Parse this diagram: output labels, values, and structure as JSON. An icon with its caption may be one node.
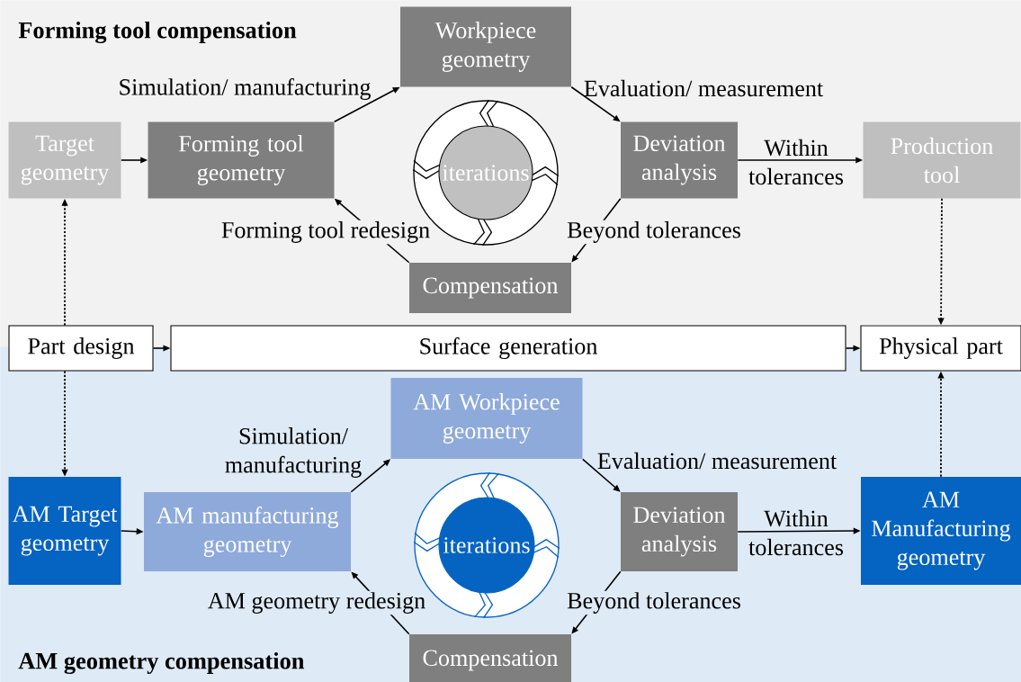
{
  "diagram": {
    "nodes": [
      {
        "text": [
          "Forming tool compensation"
        ]
      },
      {
        "text": [
          "Target geometry"
        ],
        "in": 0
      },
      {
        "text": [
          "Forming tool geometry"
        ],
        "in": 0
      },
      {
        "text": [
          "Workpiece geometry"
        ],
        "in": 0
      },
      {
        "text": [
          "iterations"
        ],
        "in": 0
      },
      {
        "text": [
          "Deviation analysis"
        ],
        "in": 0
      },
      {
        "text": [
          "Production tool"
        ],
        "in": 0
      },
      {
        "text": [
          "Compensation"
        ],
        "in": 0
      },
      {
        "text": [
          "Part design"
        ]
      },
      {
        "text": [
          "Surface generation"
        ]
      },
      {
        "text": [
          "Physical part"
        ]
      },
      {
        "text": [
          "AM geometry compensation"
        ]
      },
      {
        "text": [
          "AM Target geometry"
        ],
        "in": 11
      },
      {
        "text": [
          "AM Workpiece geometry"
        ],
        "in": 11
      },
      {
        "text": [
          "AM manufacturing geometry"
        ],
        "in": 11
      },
      {
        "text": [
          "iterations"
        ],
        "in": 11
      },
      {
        "text": [
          "Deviation analysis"
        ],
        "in": 11
      },
      {
        "text": [
          "AM Manufacturing geometry"
        ],
        "in": 11
      },
      {
        "text": [
          "Compensation"
        ],
        "in": 11
      }
    ],
    "edges": [
      {
        "from": 1,
        "to": 2,
        "arrow": "to"
      },
      {
        "from": 2,
        "to": 3,
        "arrow": "to",
        "label": "Simulation/ manufacturing"
      },
      {
        "from": 3,
        "to": 5,
        "arrow": "to",
        "label": "Evaluation/ measurement"
      },
      {
        "from": 5,
        "to": 6,
        "arrow": "to",
        "label": "Within tolerances"
      },
      {
        "from": 5,
        "to": 7,
        "arrow": "to",
        "label": "Beyond tolerances"
      },
      {
        "from": 7,
        "to": 2,
        "arrow": "to",
        "label": "Forming tool redesign"
      },
      {
        "from": 8,
        "to": 9,
        "arrow": "to"
      },
      {
        "from": 9,
        "to": 10,
        "arrow": "to"
      },
      {
        "from": 8,
        "to": 1,
        "arrow": "to",
        "style": "dashed"
      },
      {
        "from": 8,
        "to": 12,
        "arrow": "to",
        "style": "dashed"
      },
      {
        "from": 6,
        "to": 10,
        "arrow": "to",
        "style": "dashed"
      },
      {
        "from": 17,
        "to": 10,
        "arrow": "to",
        "style": "dashed"
      },
      {
        "from": 12,
        "to": 14,
        "arrow": "to"
      },
      {
        "from": 14,
        "to": 13,
        "arrow": "to",
        "label": "Simulation/ manufacturing"
      },
      {
        "from": 13,
        "to": 16,
        "arrow": "to",
        "label": "Evaluation/ measurement"
      },
      {
        "from": 16,
        "to": 17,
        "arrow": "to",
        "label": "Within tolerances"
      },
      {
        "from": 16,
        "to": 18,
        "arrow": "to",
        "label": "Beyond tolerances"
      },
      {
        "from": 18,
        "to": 14,
        "arrow": "to",
        "label": "AM geometry redesign"
      }
    ]
  }
}
